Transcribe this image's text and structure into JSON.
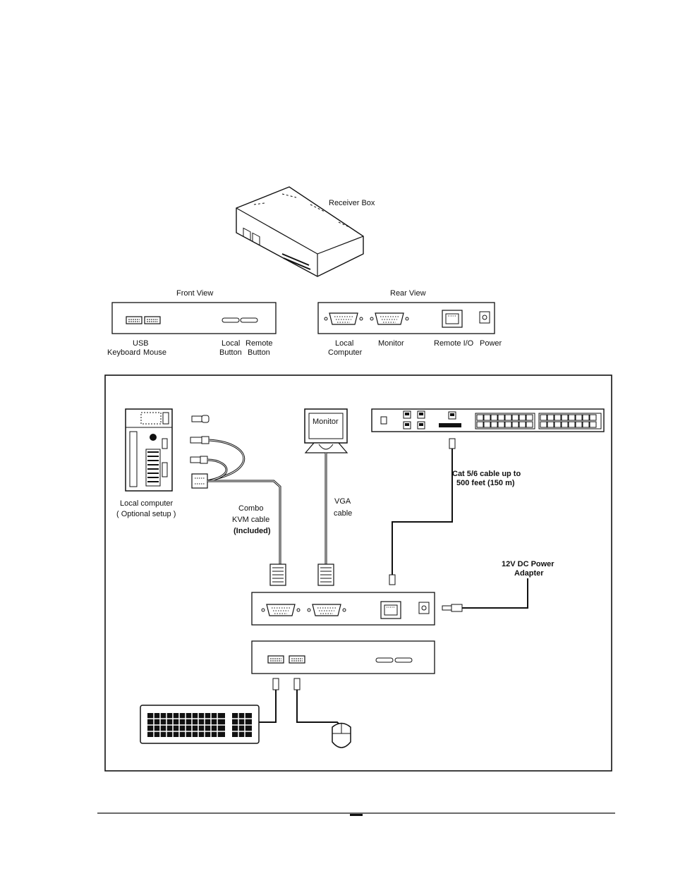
{
  "labels": {
    "receiver_box": "Receiver Box",
    "front_view": "Front View",
    "rear_view": "Rear View",
    "usb_keyboard_1": "USB",
    "usb_keyboard_2": "Keyboard",
    "mouse": "Mouse",
    "local_button_1": "Local",
    "local_button_2": "Button",
    "remote_button_1": "Remote",
    "remote_button_2": "Button",
    "local_computer_rear_1": "Local",
    "local_computer_rear_2": "Computer",
    "monitor_rear": "Monitor",
    "remote_io": "Remote I/O",
    "power": "Power",
    "monitor_screen": "Monitor",
    "local_computer_1": "Local computer",
    "local_computer_2": "( Optional setup )",
    "combo_1": "Combo",
    "combo_2": "KVM cable",
    "combo_3": "(Included)",
    "vga_1": "VGA",
    "vga_2": "cable",
    "cat_1": "Cat 5/6 cable up to",
    "cat_2": "500 feet (150 m)",
    "power_adapter_1": "12V DC Power",
    "power_adapter_2": "Adapter"
  },
  "colors": {
    "line": "#111111",
    "page": "#ffffff"
  }
}
